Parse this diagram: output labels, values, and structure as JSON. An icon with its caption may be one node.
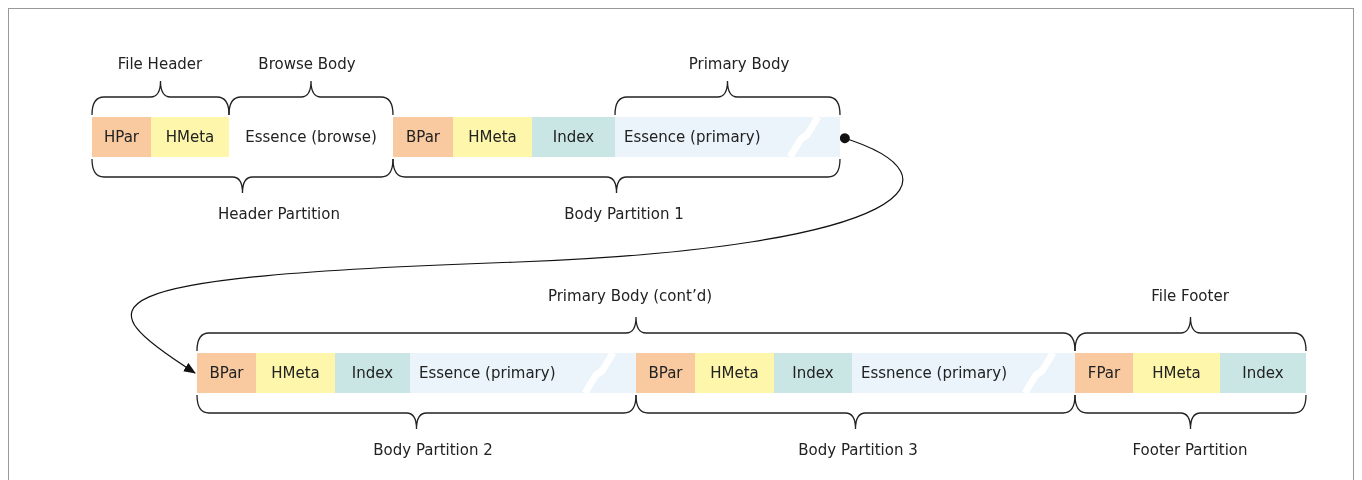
{
  "diagram": {
    "nodes": [
      {
        "text": [
          "HPar"
        ]
      },
      {
        "text": [
          "HMeta"
        ]
      },
      {
        "text": [
          "Essence (browse)"
        ]
      },
      {
        "text": [
          "BPar"
        ]
      },
      {
        "text": [
          "HMeta"
        ]
      },
      {
        "text": [
          "Index"
        ]
      },
      {
        "text": [
          "Essence (primary)"
        ]
      },
      {
        "text": [
          "BPar"
        ]
      },
      {
        "text": [
          "HMeta"
        ]
      },
      {
        "text": [
          "Index"
        ]
      },
      {
        "text": [
          "Essence (primary)"
        ]
      },
      {
        "text": [
          "BPar"
        ]
      },
      {
        "text": [
          "HMeta"
        ]
      },
      {
        "text": [
          "Index"
        ]
      },
      {
        "text": [
          "Essnence (primary)"
        ]
      },
      {
        "text": [
          "FPar"
        ]
      },
      {
        "text": [
          "HMeta"
        ]
      },
      {
        "text": [
          "Index"
        ]
      }
    ],
    "edges": [
      {
        "from": 6,
        "to": 7,
        "arrow": "to"
      }
    ],
    "labels": [
      "File Header",
      "Browse Body",
      "Primary Body",
      "Header Partition",
      "Body Partition 1",
      "Primary Body (cont’d)",
      "File Footer",
      "Body Partition 2",
      "Body Partition 3",
      "Footer Partition"
    ]
  }
}
